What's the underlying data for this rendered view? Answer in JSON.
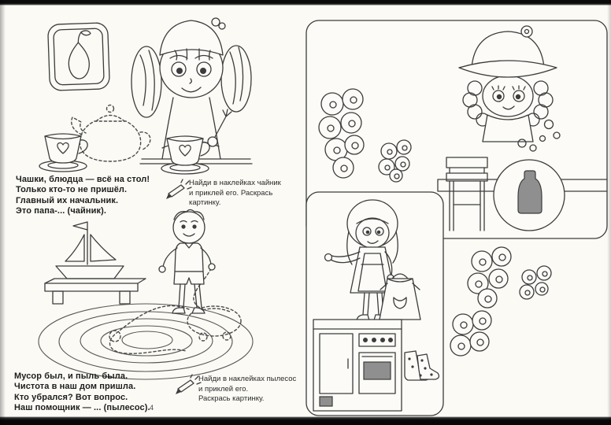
{
  "document": {
    "page_number": "4"
  },
  "left_page": {
    "poem_teapot": {
      "first_word": "Чашки",
      "line1_rest": ", блюдца — всё на стол!",
      "line2": "Только кто-то не пришёл.",
      "line3": "Главный их начальник.",
      "line4": "Это папа-... (чайник)."
    },
    "task_teapot": {
      "line1": "Найди в наклейках чайник",
      "line2": "и приклей его. Раскрась",
      "line3": "картинку."
    },
    "poem_vacuum": {
      "first_word": "Мусор",
      "line1_rest": " был, и пыль была.",
      "line2": "Чистота в наш дом пришла.",
      "line3": "Кто убрался? Вот вопрос.",
      "line4": "Наш помощник — ... (пылесос)."
    },
    "task_vacuum": {
      "line1": "Найди в наклейках пылесос",
      "line2": "и приклей его.",
      "line3": "Раскрась картинку."
    }
  },
  "icons": {
    "task_marker": "pencil-with-sparkles-icon"
  },
  "colors": {
    "ink": "#3c3c3c",
    "paper": "#fbfaf5",
    "scan_edge": "#101010"
  }
}
